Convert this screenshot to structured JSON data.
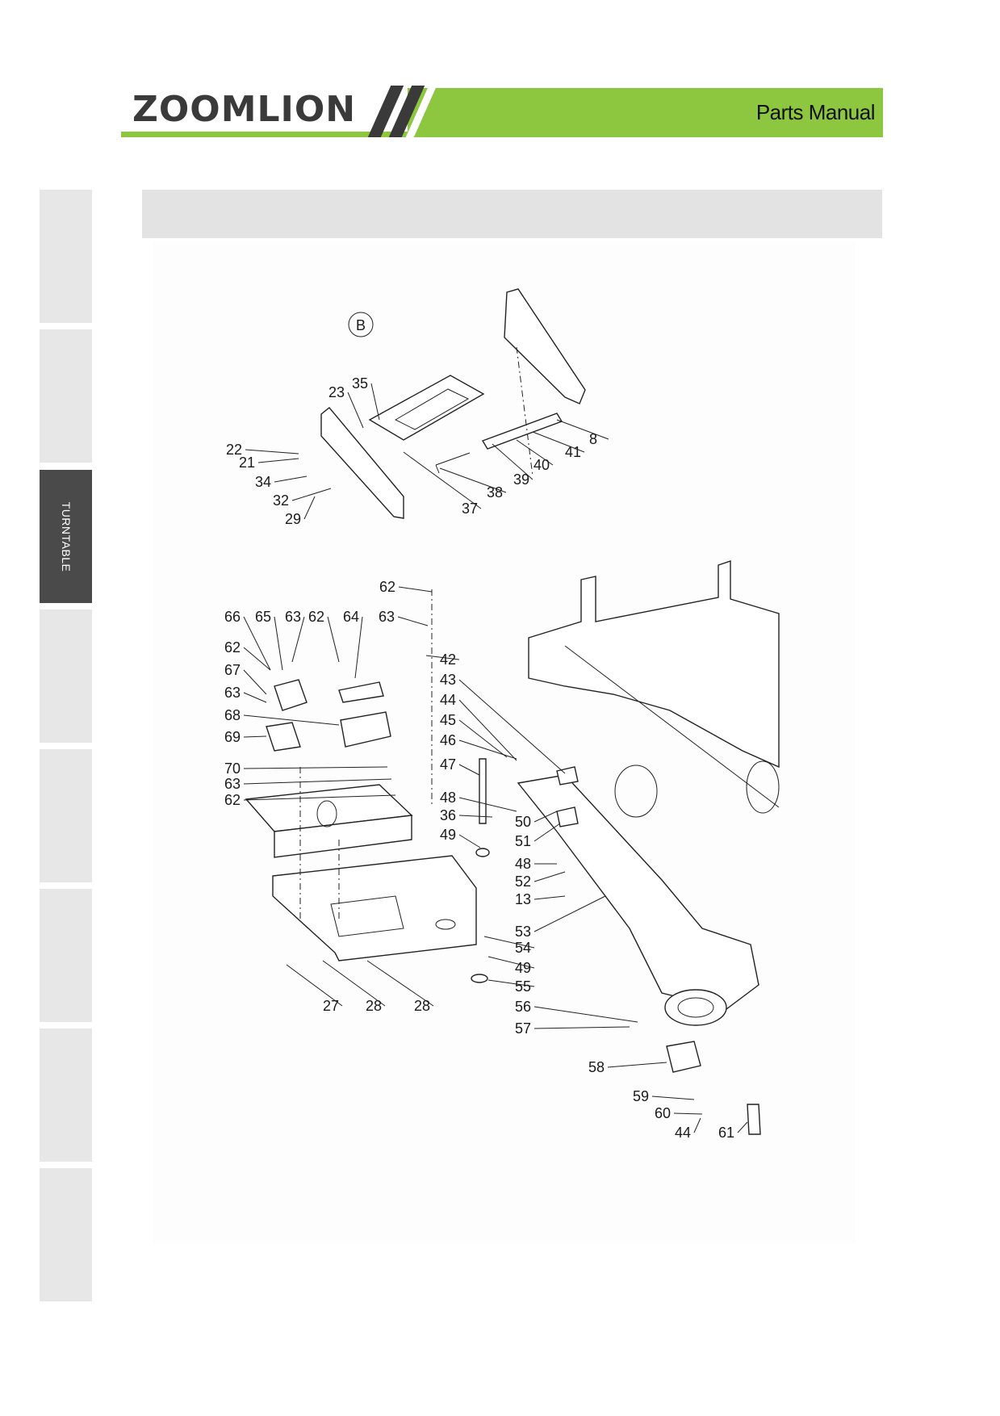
{
  "header": {
    "brand": "ZOOMLION",
    "title": "Parts Manual"
  },
  "colors": {
    "accent": "#8dc63f",
    "dark": "#3a3a3a",
    "tab": "#e7e7e7",
    "tab_active": "#4a4a4a",
    "section_bar": "#e3e3e3"
  },
  "sidebar": {
    "tabs": [
      {
        "label": ""
      },
      {
        "label": ""
      },
      {
        "label": "TURNTABLE",
        "active": true
      },
      {
        "label": ""
      },
      {
        "label": ""
      },
      {
        "label": ""
      },
      {
        "label": ""
      },
      {
        "label": ""
      }
    ]
  },
  "diagram": {
    "detail_marker": "B",
    "callouts": [
      "35",
      "23",
      "22",
      "21",
      "34",
      "32",
      "29",
      "37",
      "38",
      "39",
      "40",
      "41",
      "8",
      "62",
      "66",
      "65",
      "63",
      "62",
      "64",
      "63",
      "62",
      "67",
      "63",
      "68",
      "69",
      "70",
      "63",
      "62",
      "42",
      "43",
      "44",
      "45",
      "46",
      "47",
      "48",
      "36",
      "49",
      "50",
      "51",
      "48",
      "52",
      "13",
      "53",
      "54",
      "49",
      "55",
      "56",
      "57",
      "58",
      "59",
      "60",
      "44",
      "61",
      "27",
      "28",
      "28"
    ]
  }
}
